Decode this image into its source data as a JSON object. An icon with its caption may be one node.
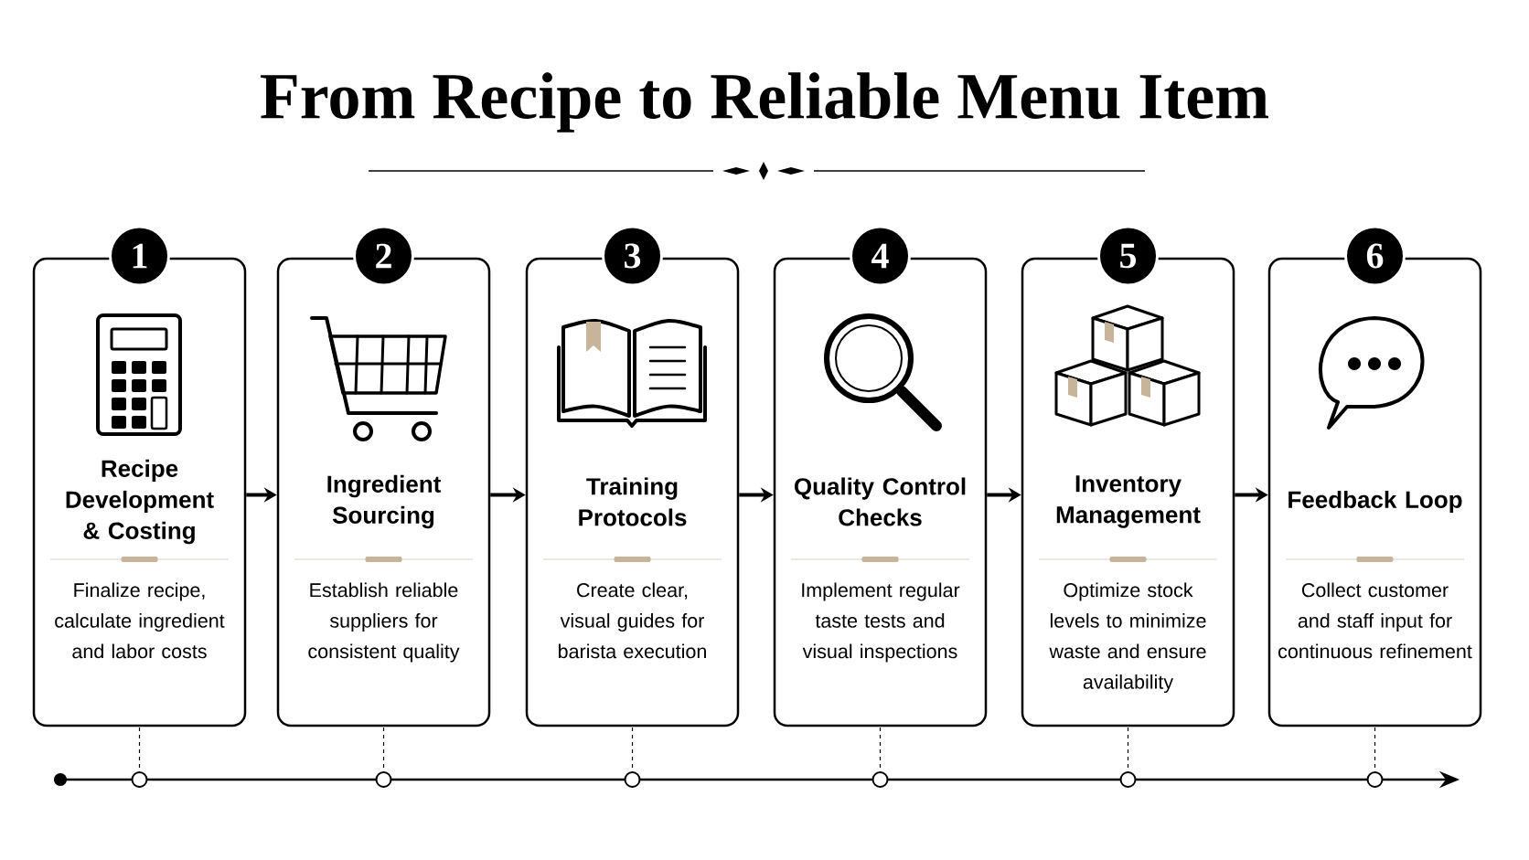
{
  "diagram": {
    "title": "From Recipe to Reliable Menu Item",
    "nodes": [
      {
        "text": [
          "1",
          "Recipe Development & Costing",
          "Finalize recipe, calculate ingredient and labor costs"
        ]
      },
      {
        "text": [
          "2",
          "Ingredient Sourcing",
          "Establish reliable suppliers for consistent quality"
        ]
      },
      {
        "text": [
          "3",
          "Training Protocols",
          "Create clear, visual guides for barista execution"
        ]
      },
      {
        "text": [
          "4",
          "Quality Control Checks",
          "Implement regular taste tests and visual inspections"
        ]
      },
      {
        "text": [
          "5",
          "Inventory Management",
          "Optimize stock levels to minimize waste and ensure availability"
        ]
      },
      {
        "text": [
          "6",
          "Feedback Loop",
          "Collect customer and staff input for continuous refinement"
        ]
      }
    ],
    "edges": [
      {
        "from": 0,
        "to": 1,
        "arrow": "to"
      },
      {
        "from": 1,
        "to": 2,
        "arrow": "to"
      },
      {
        "from": 2,
        "to": 3,
        "arrow": "to"
      },
      {
        "from": 3,
        "to": 4,
        "arrow": "to"
      },
      {
        "from": 4,
        "to": 5,
        "arrow": "to"
      }
    ]
  }
}
